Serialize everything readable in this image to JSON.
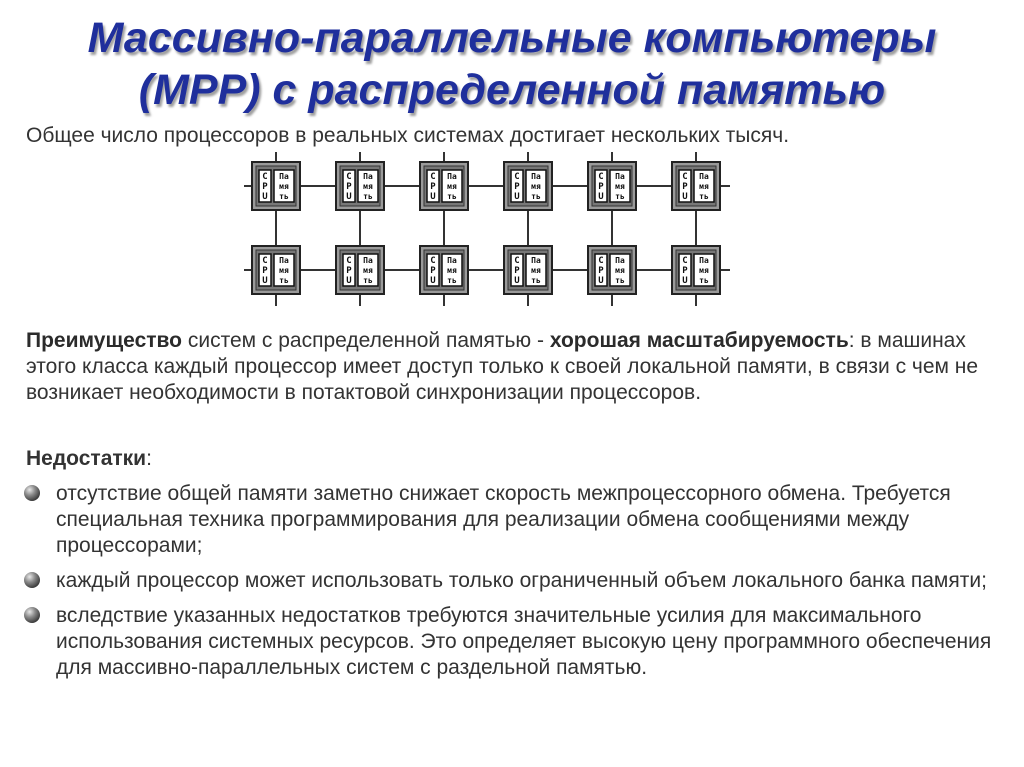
{
  "title": {
    "line1": "Массивно-параллельные компьютеры",
    "line2": "(MPP)  с распределенной памятью"
  },
  "intro": "Общее число процессоров в реальных системах достигает нескольких тысяч.",
  "diagram": {
    "cpu_label": [
      "C",
      "P",
      "U"
    ],
    "mem_label": [
      "Па",
      "мя",
      "ть"
    ],
    "rows": 2,
    "cols": 6
  },
  "advantage": {
    "lead": "Преимущество",
    "mid": " систем с распределенной памятью - ",
    "strong": "хорошая масштабируемость",
    "rest": ": в машинах этого класса каждый процессор имеет доступ только к своей локальной памяти, в связи с чем не возникает необходимости в потактовой синхронизации процессоров."
  },
  "drawbacks": {
    "head": "Недостатки",
    "colon": ":",
    "items": [
      "отсутствие общей памяти заметно снижает скорость межпроцессорного обмена. Требуется специальная техника программирования для реализации обмена сообщениями между процессорами;",
      "каждый процессор может использовать только ограниченный объем локального банка памяти;",
      "вследствие указанных недостатков требуются значительные усилия для максимального использования системных ресурсов. Это определяет высокую цену программного обеспечения для массивно-параллельных систем с раздельной памятью."
    ]
  }
}
